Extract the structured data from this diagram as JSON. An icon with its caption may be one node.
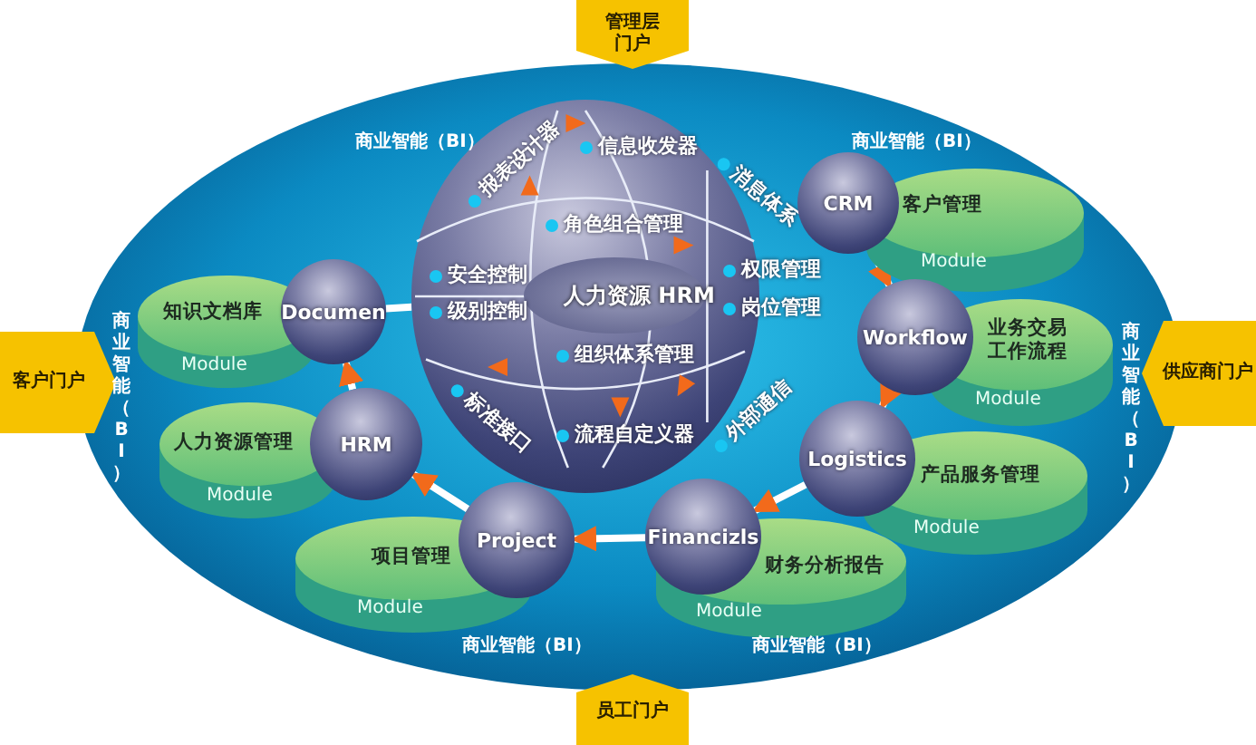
{
  "diagram": {
    "nodes": [
      {
        "text": [
          "信息收发器",
          "报表设计器",
          "消息体系",
          "角色组合管理",
          "权限管理",
          "安全控制",
          "级别控制",
          "岗位管理",
          "组织体系管理",
          "标准接口",
          "外部通信",
          "流程自定义器"
        ]
      },
      {
        "text": [
          "人力资源 HRM"
        ],
        "in": 0
      },
      {
        "text": [
          "CRM"
        ]
      },
      {
        "text": [
          "客户管理",
          "Module"
        ]
      },
      {
        "text": [
          "Workflow"
        ]
      },
      {
        "text": [
          "业务交易工作流程",
          "Module"
        ]
      },
      {
        "text": [
          "Logistics"
        ]
      },
      {
        "text": [
          "产品服务管理",
          "Module"
        ]
      },
      {
        "text": [
          "Financizls"
        ]
      },
      {
        "text": [
          "财务分析报告",
          "Module"
        ]
      },
      {
        "text": [
          "Project"
        ]
      },
      {
        "text": [
          "项目管理",
          "Module"
        ]
      },
      {
        "text": [
          "HRM"
        ]
      },
      {
        "text": [
          "人力资源管理",
          "Module"
        ]
      },
      {
        "text": [
          "Documen"
        ]
      },
      {
        "text": [
          "知识文档库",
          "Module"
        ]
      },
      {
        "text": [
          "管理层门户"
        ]
      },
      {
        "text": [
          "客户门户"
        ]
      },
      {
        "text": [
          "供应商门户"
        ]
      },
      {
        "text": [
          "员工门户"
        ]
      }
    ],
    "edges": [
      {
        "from": 2,
        "to": 4,
        "arrow": "to"
      },
      {
        "from": 4,
        "to": 6,
        "arrow": "to"
      },
      {
        "from": 6,
        "to": 8,
        "arrow": "to"
      },
      {
        "from": 8,
        "to": 10,
        "arrow": "to"
      },
      {
        "from": 10,
        "to": 12,
        "arrow": "to"
      },
      {
        "from": 12,
        "to": 14,
        "arrow": "to"
      },
      {
        "from": 14,
        "to": 0,
        "arrow": "none"
      }
    ],
    "labels": [
      "商业智能（BI）",
      "商业智能（BI）",
      "商业智能（BI）",
      "商业智能（BI）",
      "商业智能（BI）",
      "商业智能（BI）"
    ]
  }
}
